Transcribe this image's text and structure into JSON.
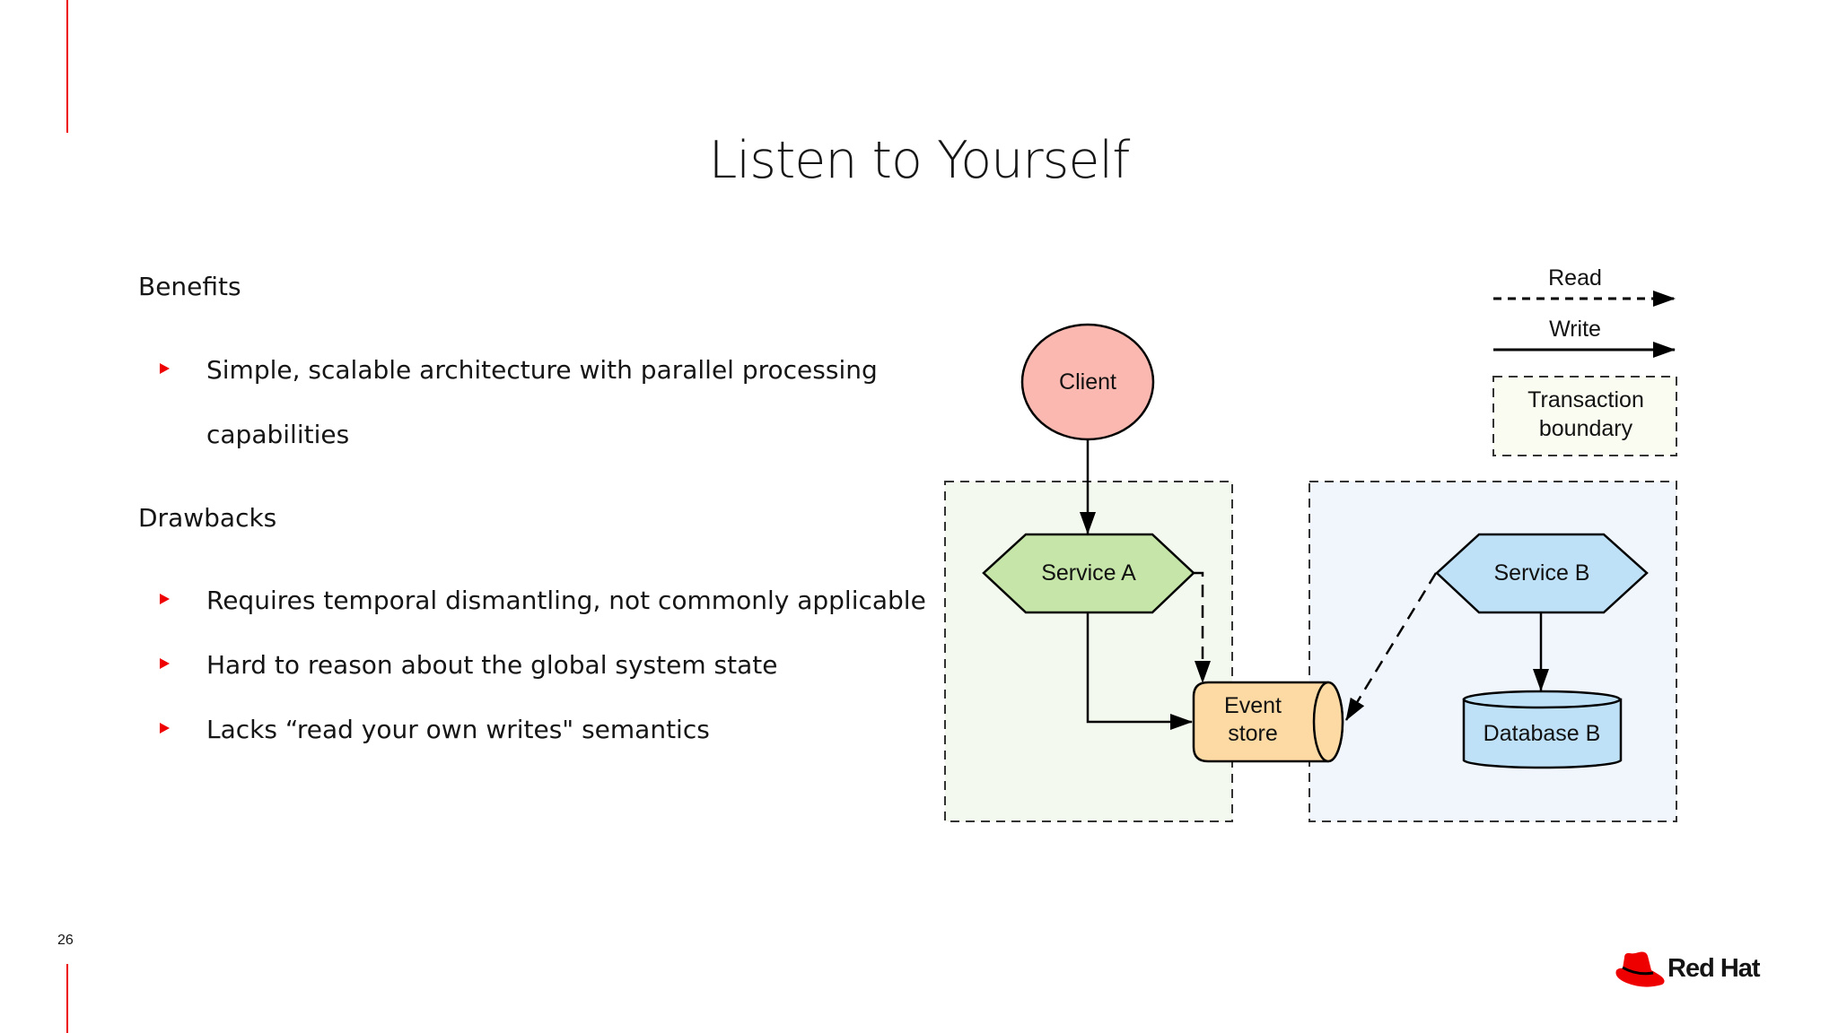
{
  "slide": {
    "title": "Listen to Yourself",
    "page_number": "26",
    "accent_color": "#ee0000"
  },
  "benefits": {
    "heading": "Benefits",
    "items": [
      "Simple, scalable architecture with parallel processing",
      "capabilities"
    ]
  },
  "drawbacks": {
    "heading": "Drawbacks",
    "items": [
      "Requires temporal dismantling, not commonly applicable",
      "Hard to reason about the global system state",
      "Lacks “read your own writes\" semantics"
    ]
  },
  "diagram": {
    "nodes": {
      "client": "Client",
      "service_a": "Service A",
      "service_b": "Service B",
      "event_store_line1": "Event",
      "event_store_line2": "store",
      "database_b": "Database B"
    },
    "legend": {
      "read": "Read",
      "write": "Write",
      "boundary_line1": "Transaction",
      "boundary_line2": "boundary"
    },
    "colors": {
      "client": "#fbb8b0",
      "service_a": "#c6e5a8",
      "service_b": "#bfe1f7",
      "event_store": "#fdd9a4",
      "database_b": "#bfe1f7",
      "boundary_a": "#f3f9ee",
      "boundary_b": "#f1f6fd",
      "legend_boundary": "#fbfcf1"
    }
  },
  "logo": {
    "text": "Red Hat"
  }
}
